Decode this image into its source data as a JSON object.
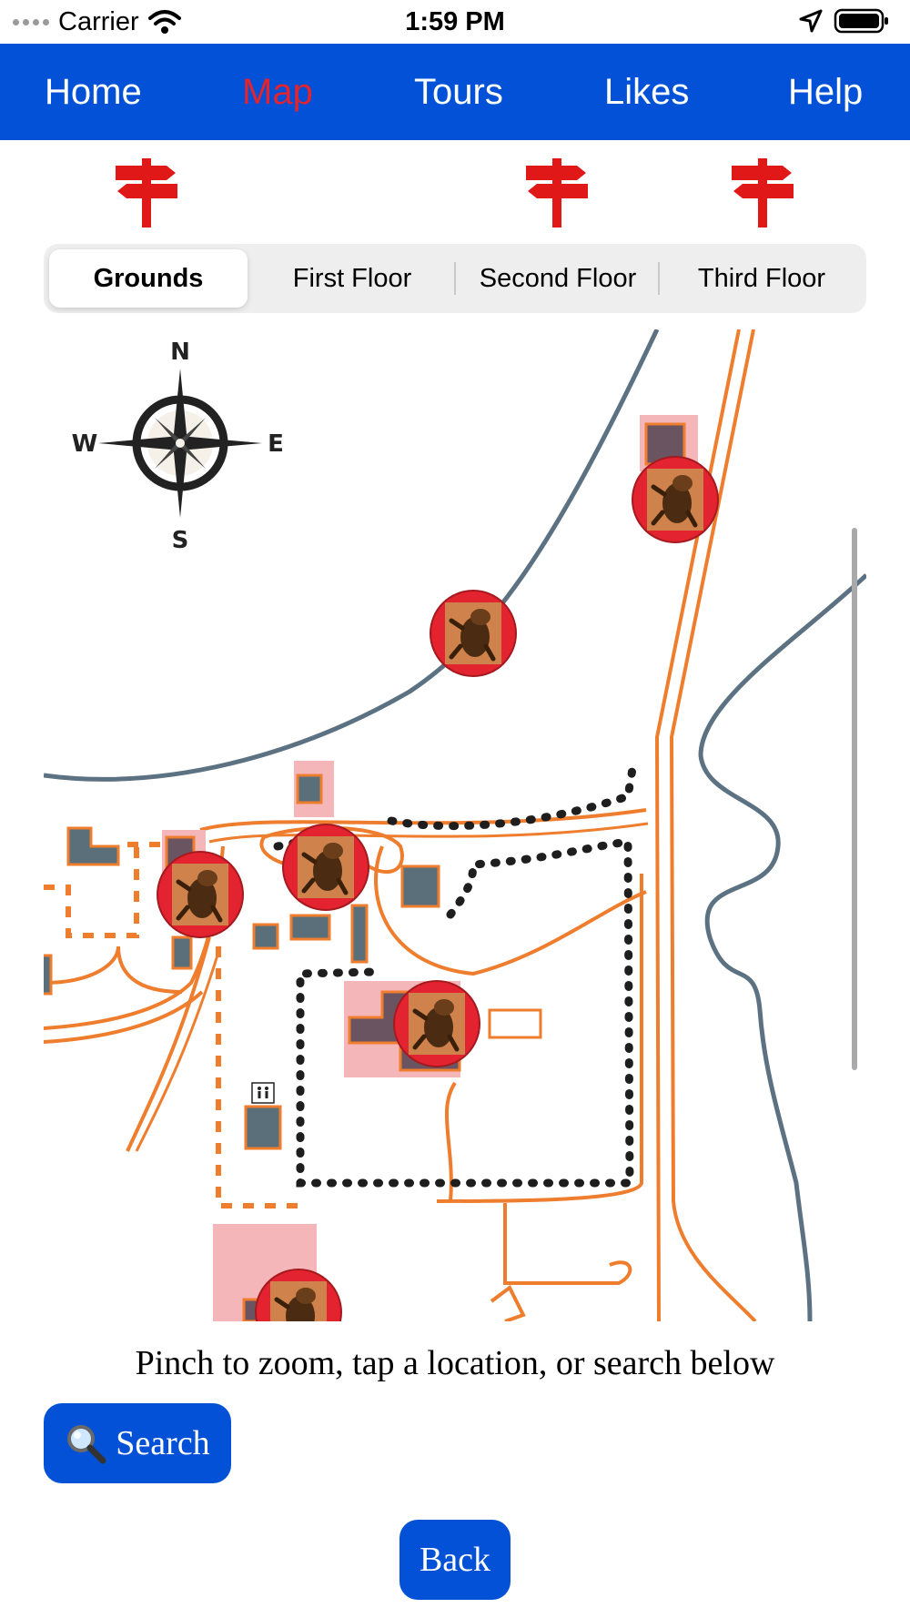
{
  "status_bar": {
    "carrier": "Carrier",
    "time": "1:59 PM"
  },
  "nav": [
    {
      "label": "Home",
      "active": false
    },
    {
      "label": "Map",
      "active": true
    },
    {
      "label": "Tours",
      "active": false
    },
    {
      "label": "Likes",
      "active": false
    },
    {
      "label": "Help",
      "active": false
    }
  ],
  "signposts": [
    "signpost-icon",
    "signpost-icon",
    "signpost-icon"
  ],
  "floors": {
    "options": [
      "Grounds",
      "First Floor",
      "Second Floor",
      "Third Floor"
    ],
    "selected": "Grounds"
  },
  "compass": {
    "n": "N",
    "s": "S",
    "e": "E",
    "w": "W"
  },
  "map": {
    "marker_icon": "frog-photo-icon",
    "restroom_icon": "restroom-icon",
    "colors": {
      "path": "#ef7d2e",
      "water": "#5c7282",
      "building": "#5b6f7b",
      "highlight": "#f4b6b8",
      "marker": "#e3232f"
    }
  },
  "hint": "Pinch to zoom, tap a location, or search below",
  "search": {
    "icon": "magnifier-icon",
    "label": "Search"
  },
  "back": {
    "label": "Back"
  },
  "accent": "#0251d6"
}
